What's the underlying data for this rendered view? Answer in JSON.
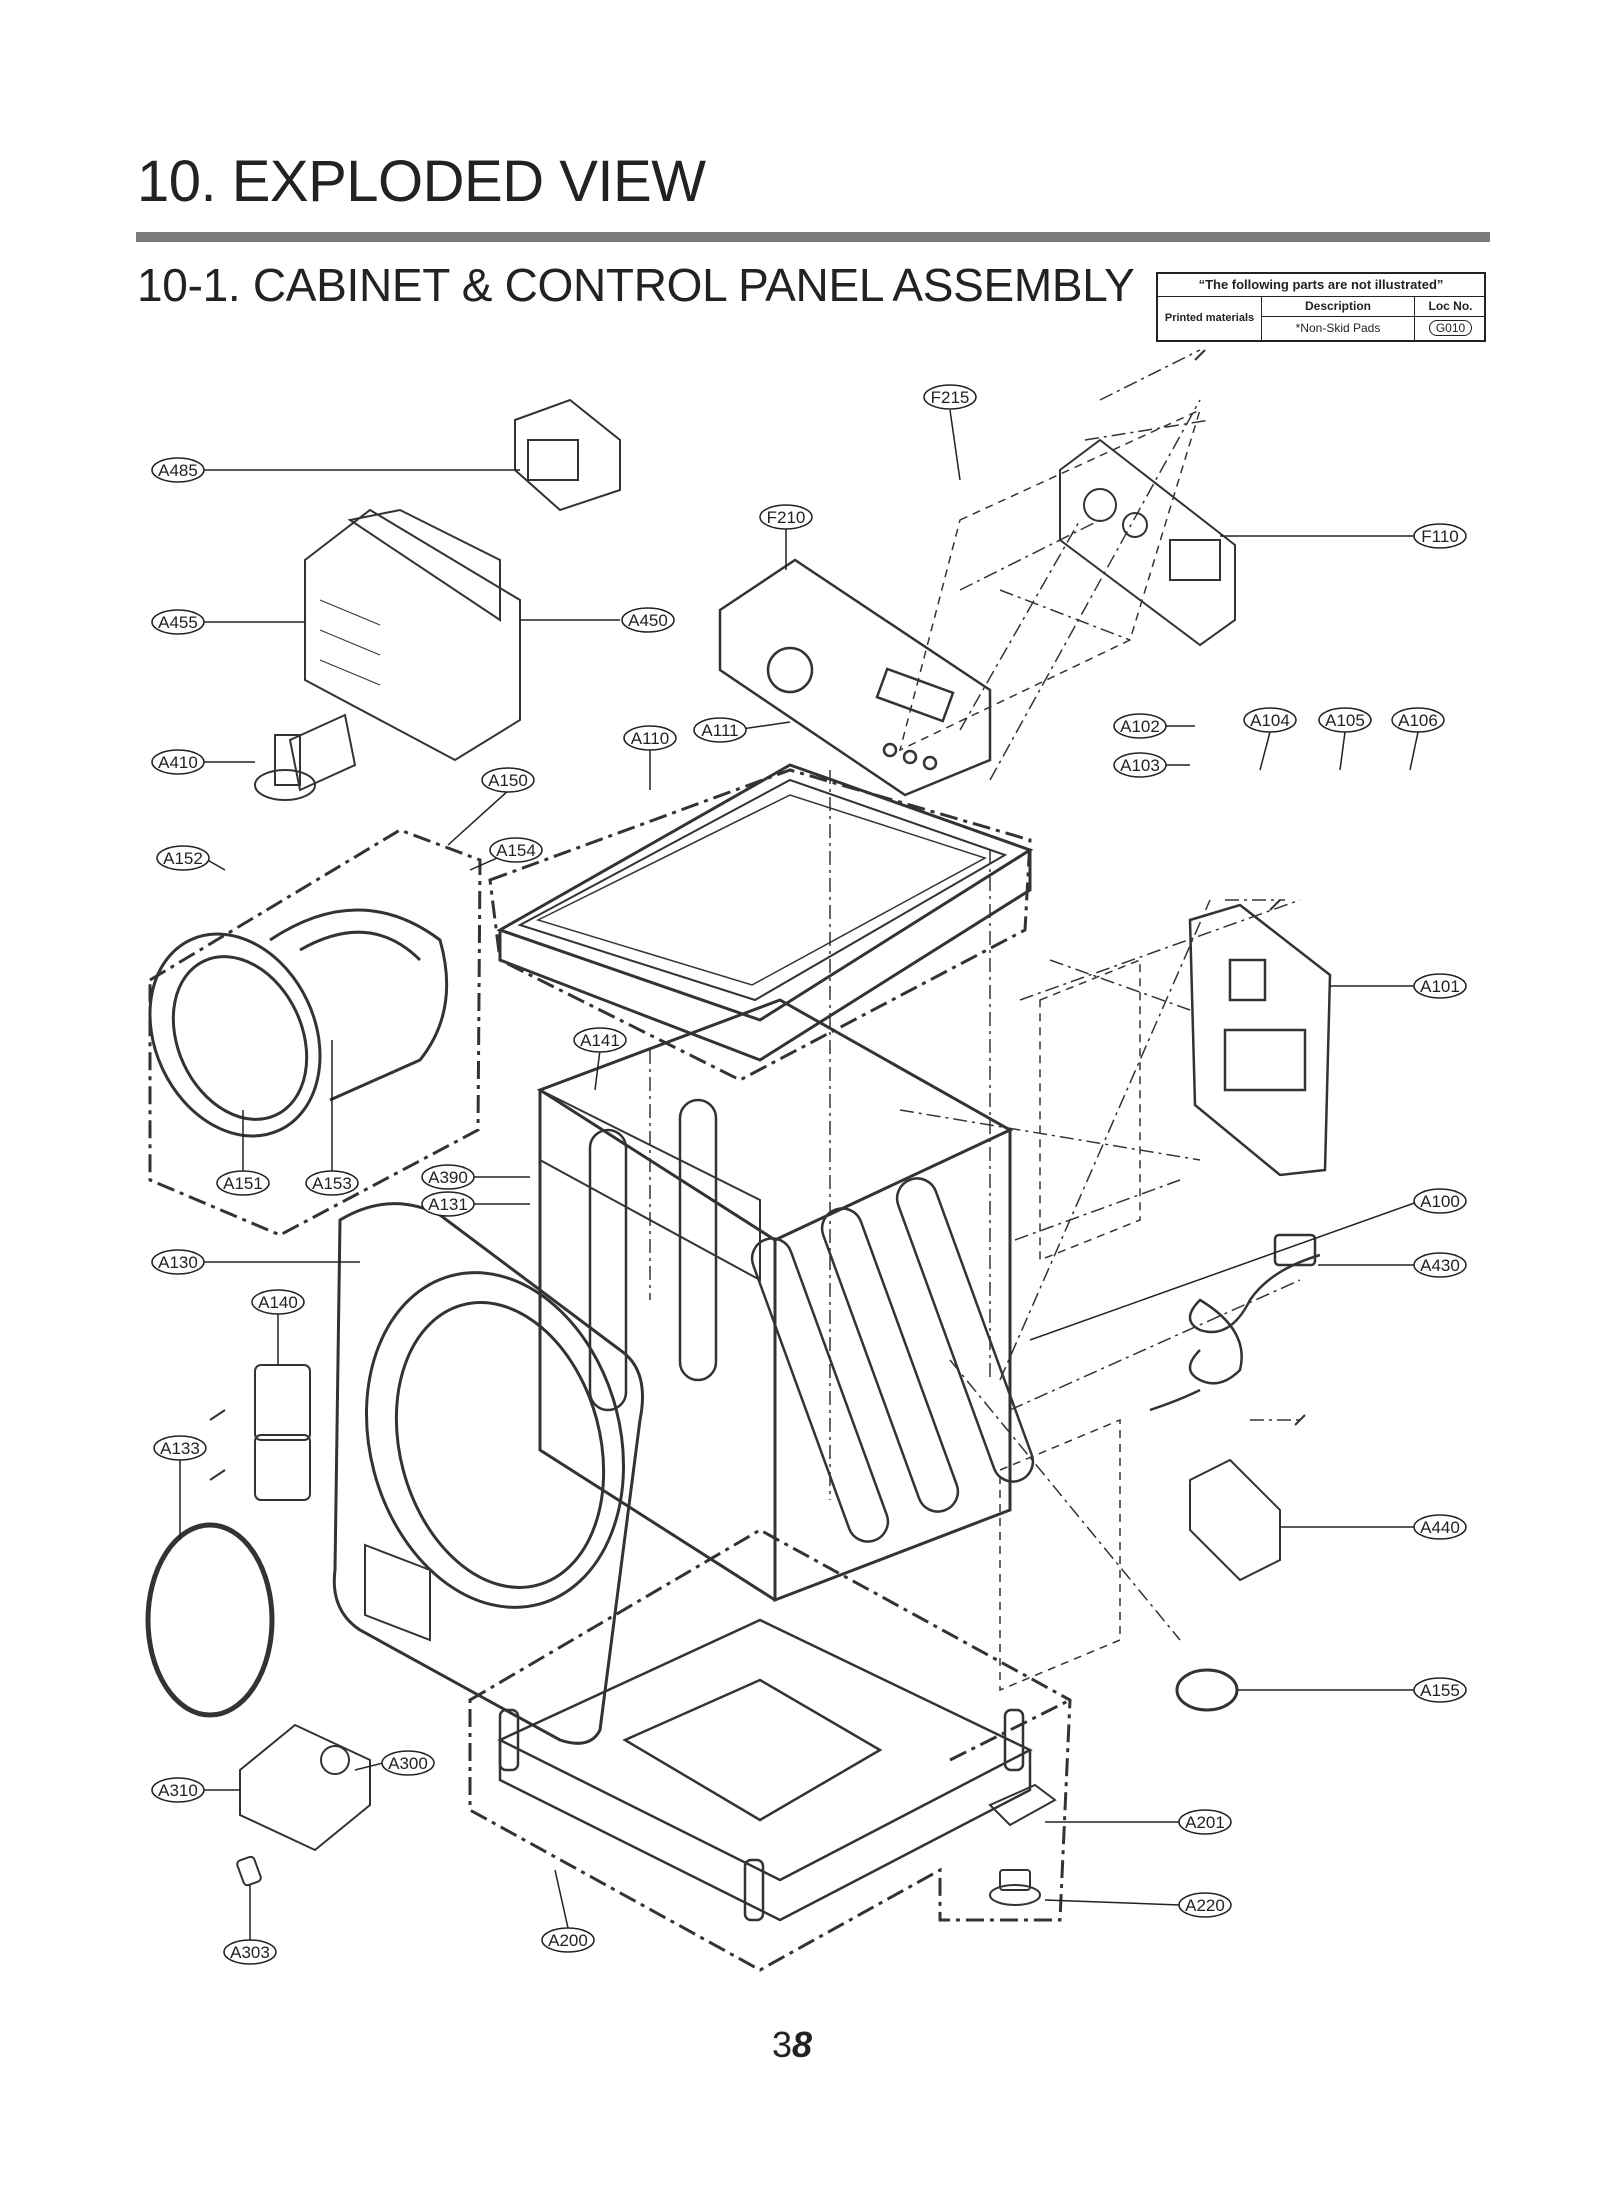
{
  "page": {
    "title": "10. EXPLODED VIEW",
    "subtitle": "10-1. CABINET  & CONTROL PANEL ASSEMBLY",
    "page_number_regular": "3",
    "page_number_italic": "8"
  },
  "not_illustrated": {
    "header": "“The following parts are not illustrated”",
    "category": "Printed materials",
    "description_header": "Description",
    "loc_header": "Loc No.",
    "description": "*Non-Skid Pads",
    "loc": "G010"
  },
  "callouts": [
    {
      "id": "A485",
      "label": "A485"
    },
    {
      "id": "A455",
      "label": "A455"
    },
    {
      "id": "A450",
      "label": "A450"
    },
    {
      "id": "A410",
      "label": "A410"
    },
    {
      "id": "A152",
      "label": "A152"
    },
    {
      "id": "A150",
      "label": "A150"
    },
    {
      "id": "A154",
      "label": "A154"
    },
    {
      "id": "A151",
      "label": "A151"
    },
    {
      "id": "A153",
      "label": "A153"
    },
    {
      "id": "A390",
      "label": "A390"
    },
    {
      "id": "A131",
      "label": "A131"
    },
    {
      "id": "A130",
      "label": "A130"
    },
    {
      "id": "A140",
      "label": "A140"
    },
    {
      "id": "A133",
      "label": "A133"
    },
    {
      "id": "A310",
      "label": "A310"
    },
    {
      "id": "A300",
      "label": "A300"
    },
    {
      "id": "A303",
      "label": "A303"
    },
    {
      "id": "A200",
      "label": "A200"
    },
    {
      "id": "A110",
      "label": "A110"
    },
    {
      "id": "A111",
      "label": "A111"
    },
    {
      "id": "A141",
      "label": "A141"
    },
    {
      "id": "F215",
      "label": "F215"
    },
    {
      "id": "F210",
      "label": "F210"
    },
    {
      "id": "F110",
      "label": "F110"
    },
    {
      "id": "A102",
      "label": "A102"
    },
    {
      "id": "A103",
      "label": "A103"
    },
    {
      "id": "A104",
      "label": "A104"
    },
    {
      "id": "A105",
      "label": "A105"
    },
    {
      "id": "A106",
      "label": "A106"
    },
    {
      "id": "A101",
      "label": "A101"
    },
    {
      "id": "A100",
      "label": "A100"
    },
    {
      "id": "A430",
      "label": "A430"
    },
    {
      "id": "A440",
      "label": "A440"
    },
    {
      "id": "A155",
      "label": "A155"
    },
    {
      "id": "A201",
      "label": "A201"
    },
    {
      "id": "A220",
      "label": "A220"
    }
  ]
}
